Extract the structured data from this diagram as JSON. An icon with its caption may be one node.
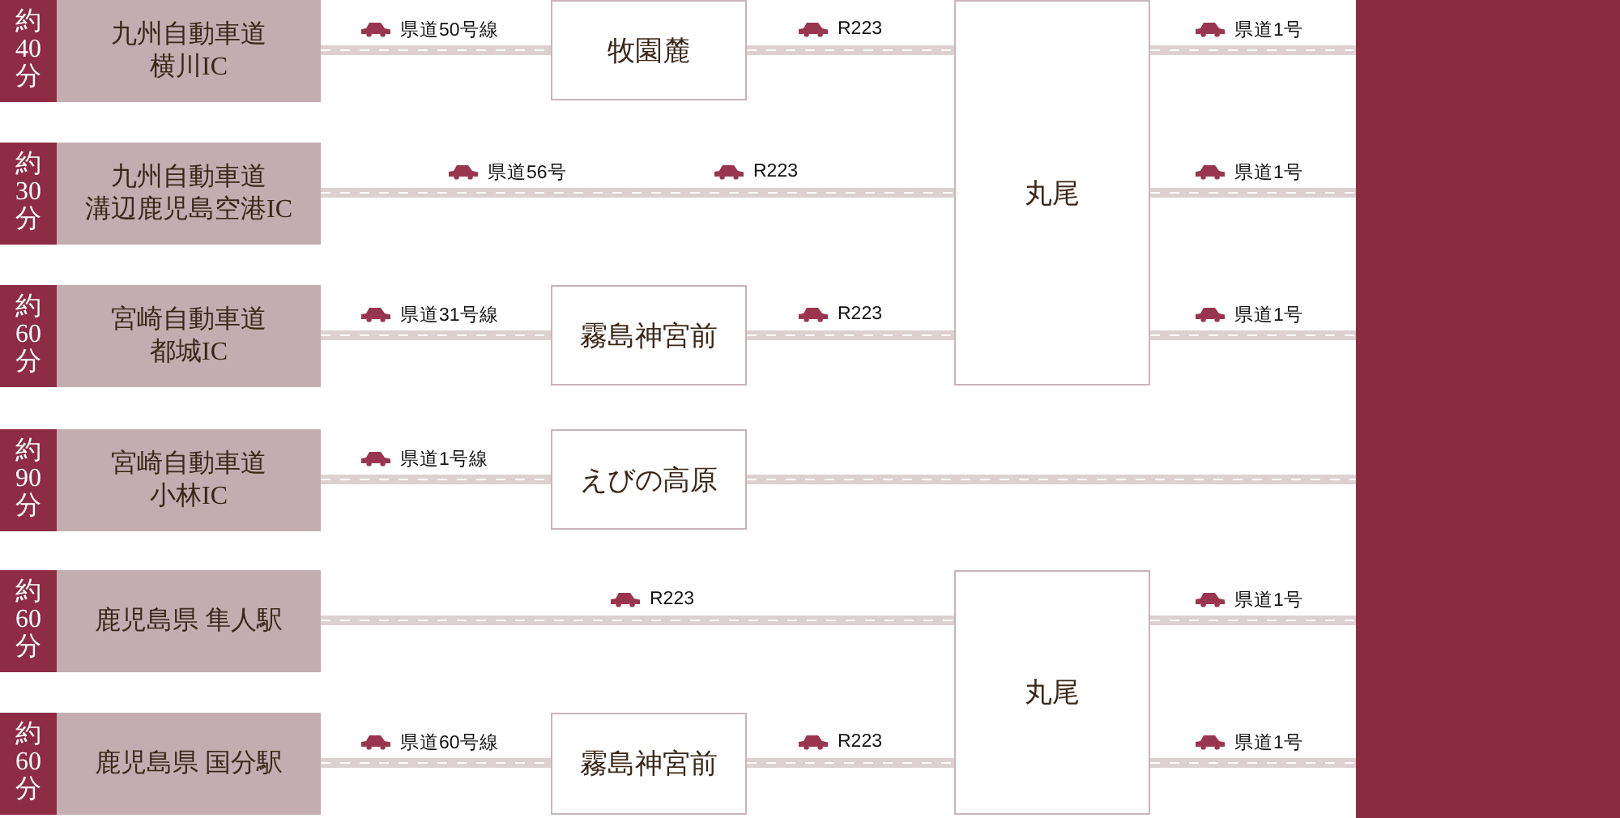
{
  "diagram": {
    "nodes": [
      {
        "text": [
          "約40分",
          "九州自動車道",
          "横川IC"
        ]
      },
      {
        "text": [
          "牧園麓"
        ]
      },
      {
        "text": [
          "丸尾"
        ]
      },
      {
        "text": [],
        "shape": "box"
      },
      {
        "text": [
          "約30分",
          "九州自動車道",
          "溝辺鹿児島空港IC"
        ]
      },
      {
        "text": [
          "約60分",
          "宮崎自動車道",
          "都城IC"
        ]
      },
      {
        "text": [
          "霧島神宮前"
        ]
      },
      {
        "text": [
          "約90分",
          "宮崎自動車道",
          "小林IC"
        ]
      },
      {
        "text": [
          "えびの高原"
        ]
      },
      {
        "text": [
          "約60分",
          "鹿児島県 隼人駅"
        ]
      },
      {
        "text": [
          "丸尾"
        ]
      },
      {
        "text": [
          "約60分",
          "鹿児島県 国分駅"
        ]
      },
      {
        "text": [
          "霧島神宮前"
        ]
      }
    ],
    "edges": [
      {
        "from": 0,
        "to": 1,
        "arrow": "none",
        "label": "県道50号線"
      },
      {
        "from": 1,
        "to": 2,
        "arrow": "none",
        "label": "R223"
      },
      {
        "from": 2,
        "to": 3,
        "arrow": "none",
        "label": "県道1号"
      },
      {
        "from": 4,
        "to": 2,
        "arrow": "none",
        "label": "県道56号"
      },
      {
        "from": 2,
        "to": 3,
        "arrow": "none",
        "label": "県道1号"
      },
      {
        "from": 5,
        "to": 6,
        "arrow": "none",
        "label": "県道31号線"
      },
      {
        "from": 6,
        "to": 2,
        "arrow": "none",
        "label": "R223"
      },
      {
        "from": 2,
        "to": 3,
        "arrow": "none",
        "label": "県道1号"
      },
      {
        "from": 7,
        "to": 8,
        "arrow": "none",
        "label": "県道1号線"
      },
      {
        "from": 8,
        "to": 3,
        "arrow": "none"
      },
      {
        "from": 9,
        "to": 10,
        "arrow": "none",
        "label": "R223"
      },
      {
        "from": 10,
        "to": 3,
        "arrow": "none",
        "label": "県道1号"
      },
      {
        "from": 11,
        "to": 12,
        "arrow": "none",
        "label": "県道60号線"
      },
      {
        "from": 12,
        "to": 10,
        "arrow": "none",
        "label": "R223"
      },
      {
        "from": 10,
        "to": 3,
        "arrow": "none",
        "label": "県道1号"
      }
    ],
    "labels": [
      "R223"
    ]
  }
}
